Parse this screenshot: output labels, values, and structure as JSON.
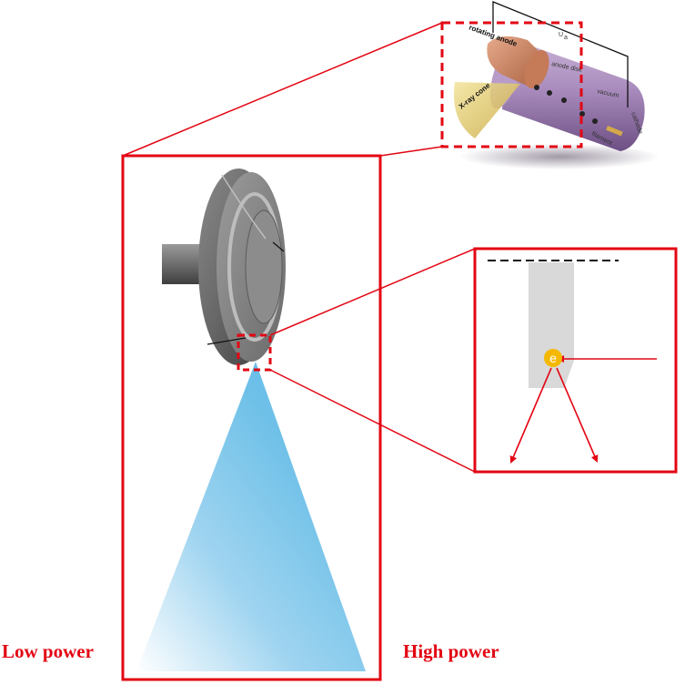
{
  "labels": {
    "low_power": "Low power",
    "high_power": "High power",
    "electron": "e"
  },
  "tube_inset": {
    "rotating_anode": "rotating anode",
    "anode_disk": "anode disk",
    "vacuum": "vacuum",
    "filament": "filament",
    "cathode": "cathode",
    "xray_cone": "X-ray cone",
    "voltage": "U",
    "voltage_sub": "a"
  },
  "colors": {
    "frame_red": "#e30613",
    "beam_blue": "#6ec0e8",
    "electron_yellow": "#f5b800",
    "anode_gray": "#7a7a7a",
    "target_gray": "#d9d9d9"
  }
}
